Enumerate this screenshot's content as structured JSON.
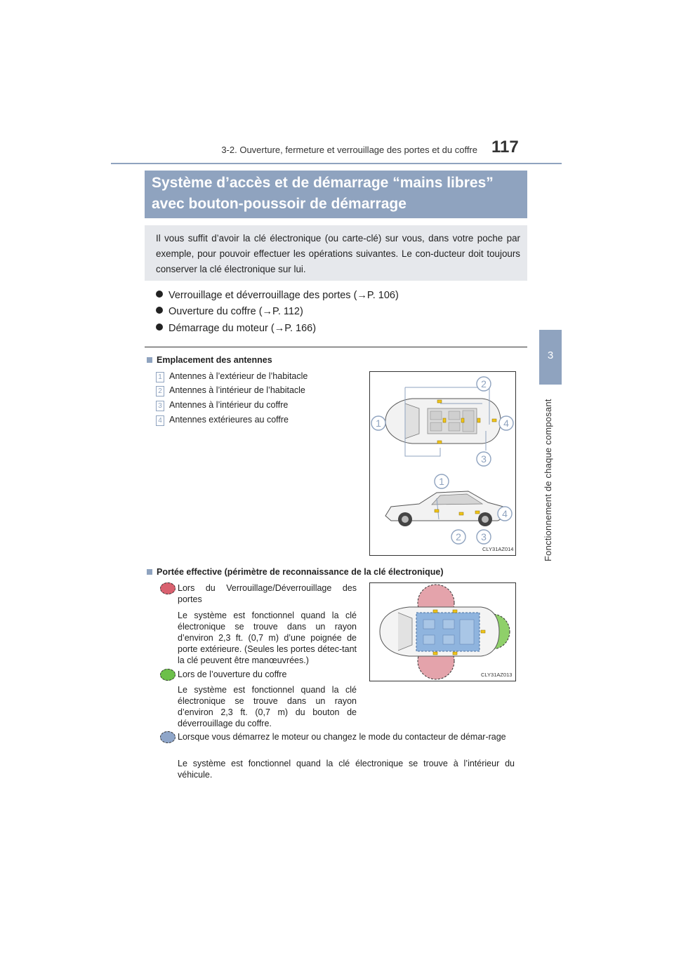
{
  "header": {
    "title": "3-2. Ouverture, fermeture et verrouillage des portes et du coffre",
    "page_number": "117"
  },
  "side_tab": {
    "number": "3",
    "label": "Fonctionnement de chaque composant"
  },
  "section_title": {
    "line1": "Système d’accès et de démarrage “mains libres”",
    "line2": "avec bouton-poussoir de démarrage"
  },
  "intro": "Il vous suffit d’avoir la clé électronique (ou carte-clé) sur vous, dans votre poche par exemple, pour pouvoir effectuer les opérations suivantes. Le con-ducteur doit toujours conserver la clé électronique sur lui.",
  "features": [
    "Verrouillage et déverrouillage des portes (→P. 106)",
    "Ouverture du coffre (→P. 112)",
    "Démarrage du moteur (→P. 166)"
  ],
  "antennas": {
    "heading": "Emplacement des antennes",
    "items": [
      {
        "num": "1",
        "label": "Antennes à l’extérieur de l’habitacle"
      },
      {
        "num": "2",
        "label": "Antennes à l’intérieur de l’habitacle"
      },
      {
        "num": "3",
        "label": "Antennes à l’intérieur du coffre"
      },
      {
        "num": "4",
        "label": "Antennes extérieures au coffre"
      }
    ],
    "figure_code": "CLY31AZ014",
    "callouts": [
      "1",
      "2",
      "3",
      "4"
    ]
  },
  "range": {
    "heading": "Portée effective (périmètre de reconnaissance de la clé électronique)",
    "figure_code": "CLY31AZ013",
    "items": [
      {
        "color": "#d9616f",
        "title": "Lors du Verrouillage/Déverrouillage des portes",
        "text": "Le système est fonctionnel quand la clé électronique se trouve dans un rayon d’environ 2,3 ft. (0,7 m) d’une poignée de porte extérieure. (Seules les portes détec-tant la clé peuvent être manœuvrées.)"
      },
      {
        "color": "#6cc04a",
        "title": "Lors de l’ouverture du coffre",
        "text": "Le système est fonctionnel quand la clé électronique se trouve dans un rayon d’environ 2,3 ft. (0,7 m) du bouton de déverrouillage du coffre."
      },
      {
        "color": "#8fa6c9",
        "title": "Lorsque vous démarrez le moteur ou changez le mode du contacteur de démar-rage",
        "text": "Le système est fonctionnel quand la clé électronique se trouve à l’intérieur du véhicule."
      }
    ]
  }
}
